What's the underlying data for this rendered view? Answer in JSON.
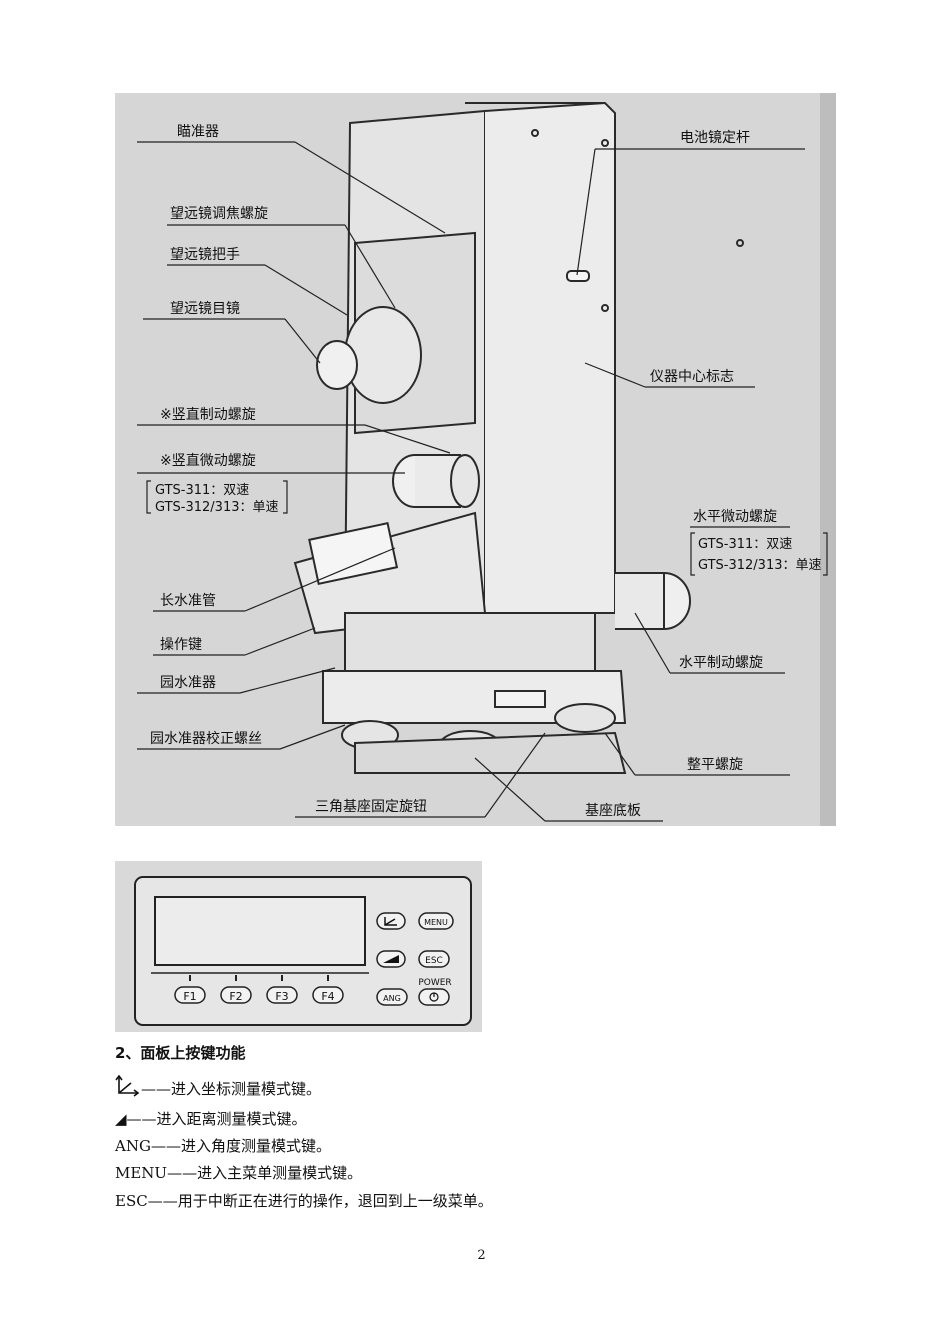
{
  "figure1": {
    "labels": {
      "sight": "瞄准器",
      "focus": "望远镜调焦螺旋",
      "handle": "望远镜把手",
      "eyepiece": "望远镜目镜",
      "vclamp": "※竖直制动螺旋",
      "vfine": "※竖直微动螺旋",
      "vspeed1": "GTS-311：双速",
      "vspeed2": "GTS-312/313：单速",
      "plate_level": "长水准管",
      "keys": "操作键",
      "circ_level": "园水准器",
      "circ_adjust": "园水准器校正螺丝",
      "battery": "电池镜定杆",
      "center_mark": "仪器中心标志",
      "hfine": "水平微动螺旋",
      "hspeed1": "GTS-311：双速",
      "hspeed2": "GTS-312/313：单速",
      "hclamp": "水平制动螺旋",
      "leveling": "整平螺旋",
      "tribrach_lock": "三角基座固定旋钮",
      "base_plate": "基座底板"
    }
  },
  "figure2": {
    "soft_keys": [
      "F1",
      "F2",
      "F3",
      "F4"
    ],
    "keys": {
      "menu": "MENU",
      "esc": "ESC",
      "ang": "ANG",
      "power": "POWER"
    }
  },
  "section": {
    "heading": "2、面板上按键功能",
    "items": [
      {
        "key": "",
        "text": "——进入坐标测量模式键。"
      },
      {
        "key": "◢",
        "text": "——进入距离测量模式键。"
      },
      {
        "key": "ANG",
        "text": "——进入角度测量模式键。"
      },
      {
        "key": "MENU",
        "text": "——进入主菜单测量模式键。"
      },
      {
        "key": "ESC",
        "text": "——用于中断正在进行的操作，退回到上一级菜单。"
      }
    ]
  },
  "page_number": "2"
}
